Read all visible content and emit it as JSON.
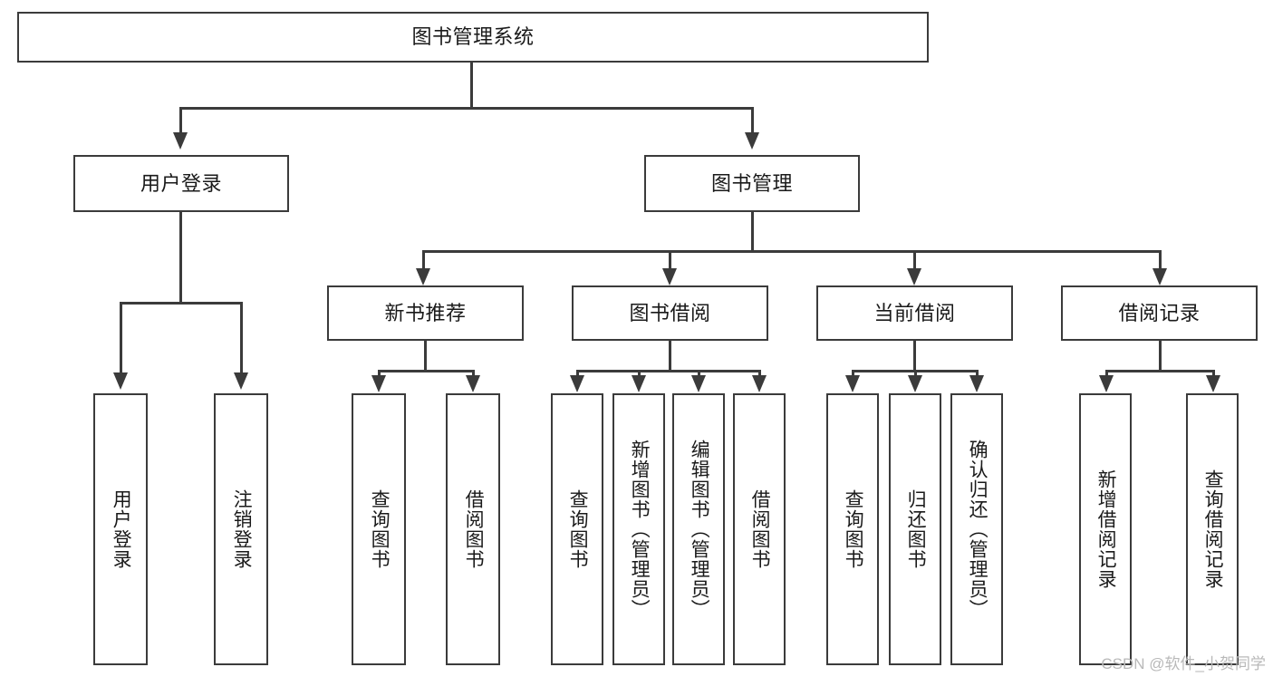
{
  "diagram": {
    "type": "tree",
    "title": "图书管理系统",
    "watermark": "CSDN @软件_小贺同学",
    "colors": {
      "stroke": "#3b3b3b",
      "fill": "#ffffff",
      "text": "#1a1a1a",
      "watermark": "#b9b9b9"
    },
    "levels": {
      "root": "图书管理系统",
      "level2": [
        "用户登录",
        "图书管理"
      ],
      "level3": [
        "新书推荐",
        "图书借阅",
        "当前借阅",
        "借阅记录"
      ]
    },
    "nodes": {
      "root": {
        "label": "图书管理系统"
      },
      "user_login": {
        "label": "用户登录"
      },
      "book_mgmt": {
        "label": "图书管理"
      },
      "new_book_rec": {
        "label": "新书推荐"
      },
      "book_borrow": {
        "label": "图书借阅"
      },
      "current_borrow": {
        "label": "当前借阅"
      },
      "borrow_record": {
        "label": "借阅记录"
      },
      "leaf_user_login": {
        "label": "用户登录"
      },
      "leaf_logout": {
        "label": "注销登录"
      },
      "leaf_query_book_1": {
        "label": "查询图书"
      },
      "leaf_borrow_book_1": {
        "label": "借阅图书"
      },
      "leaf_query_book_2": {
        "label": "查询图书"
      },
      "leaf_add_book": {
        "label": "新增图书（管理员）"
      },
      "leaf_edit_book": {
        "label": "编辑图书（管理员）"
      },
      "leaf_borrow_book_2": {
        "label": "借阅图书"
      },
      "leaf_query_book_3": {
        "label": "查询图书"
      },
      "leaf_return_book": {
        "label": "归还图书"
      },
      "leaf_confirm_return": {
        "label": "确认归还（管理员）"
      },
      "leaf_add_record": {
        "label": "新增借阅记录"
      },
      "leaf_query_record": {
        "label": "查询借阅记录"
      }
    },
    "edges": [
      {
        "from": "root",
        "to": "user_login"
      },
      {
        "from": "root",
        "to": "book_mgmt"
      },
      {
        "from": "user_login",
        "to": "leaf_user_login"
      },
      {
        "from": "user_login",
        "to": "leaf_logout"
      },
      {
        "from": "book_mgmt",
        "to": "new_book_rec"
      },
      {
        "from": "book_mgmt",
        "to": "book_borrow"
      },
      {
        "from": "book_mgmt",
        "to": "current_borrow"
      },
      {
        "from": "book_mgmt",
        "to": "borrow_record"
      },
      {
        "from": "new_book_rec",
        "to": "leaf_query_book_1"
      },
      {
        "from": "new_book_rec",
        "to": "leaf_borrow_book_1"
      },
      {
        "from": "book_borrow",
        "to": "leaf_query_book_2"
      },
      {
        "from": "book_borrow",
        "to": "leaf_add_book"
      },
      {
        "from": "book_borrow",
        "to": "leaf_edit_book"
      },
      {
        "from": "book_borrow",
        "to": "leaf_borrow_book_2"
      },
      {
        "from": "current_borrow",
        "to": "leaf_query_book_3"
      },
      {
        "from": "current_borrow",
        "to": "leaf_return_book"
      },
      {
        "from": "current_borrow",
        "to": "leaf_confirm_return"
      },
      {
        "from": "borrow_record",
        "to": "leaf_add_record"
      },
      {
        "from": "borrow_record",
        "to": "leaf_query_record"
      }
    ]
  }
}
